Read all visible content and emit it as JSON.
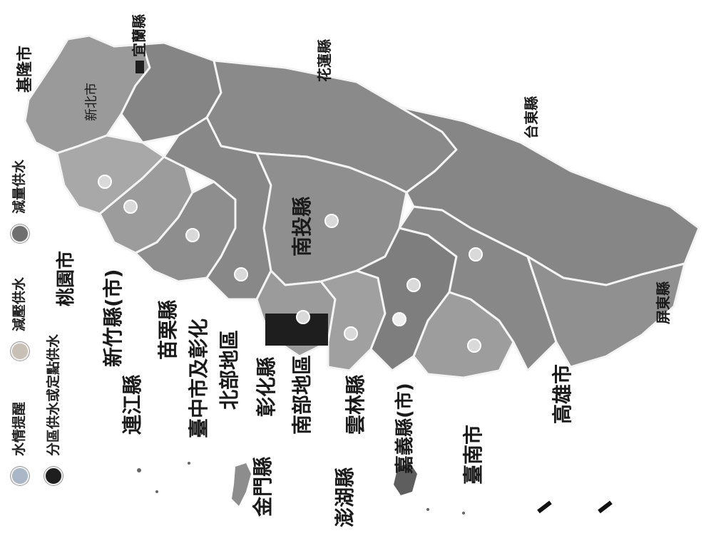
{
  "colors": {
    "region_dark": "#7f7f7f",
    "region_mid": "#8c8c8c",
    "region_light": "#a3a3a3",
    "marker_fill": "#d9d9d9",
    "legend_blue": "#a9b7c6",
    "legend_orange": "#c9c0b5",
    "legend_red": "#6f6f6f",
    "legend_black": "#1e1e1e"
  },
  "legend": {
    "water_alert": "水情提醒",
    "reduced_pressure": "減壓供水",
    "reduced_supply": "減量供水",
    "zonal_supply": "分區供水或定點供水"
  },
  "labels": {
    "keelung": "基隆市",
    "yilan": "宜蘭縣",
    "hualien": "花蓮縣",
    "new_taipei": "新北市",
    "taitung": "台東縣",
    "taoyuan": "桃園市",
    "hsinchu": "新竹縣(市)",
    "nantou": "南投縣",
    "miaoli": "苗栗縣",
    "taichung_1": "臺中市及彰化",
    "taichung_2": "北部地區",
    "lienchiang": "連江縣",
    "changhua_1": "彰化縣",
    "changhua_2": "南部地區",
    "yunlin": "雲林縣",
    "chiayi": "嘉義縣(市)",
    "tainan": "臺南市",
    "kaohsiung": "高雄市",
    "pingtung": "屏東縣",
    "kinmen": "金門縣",
    "penghu": "澎湖縣"
  }
}
